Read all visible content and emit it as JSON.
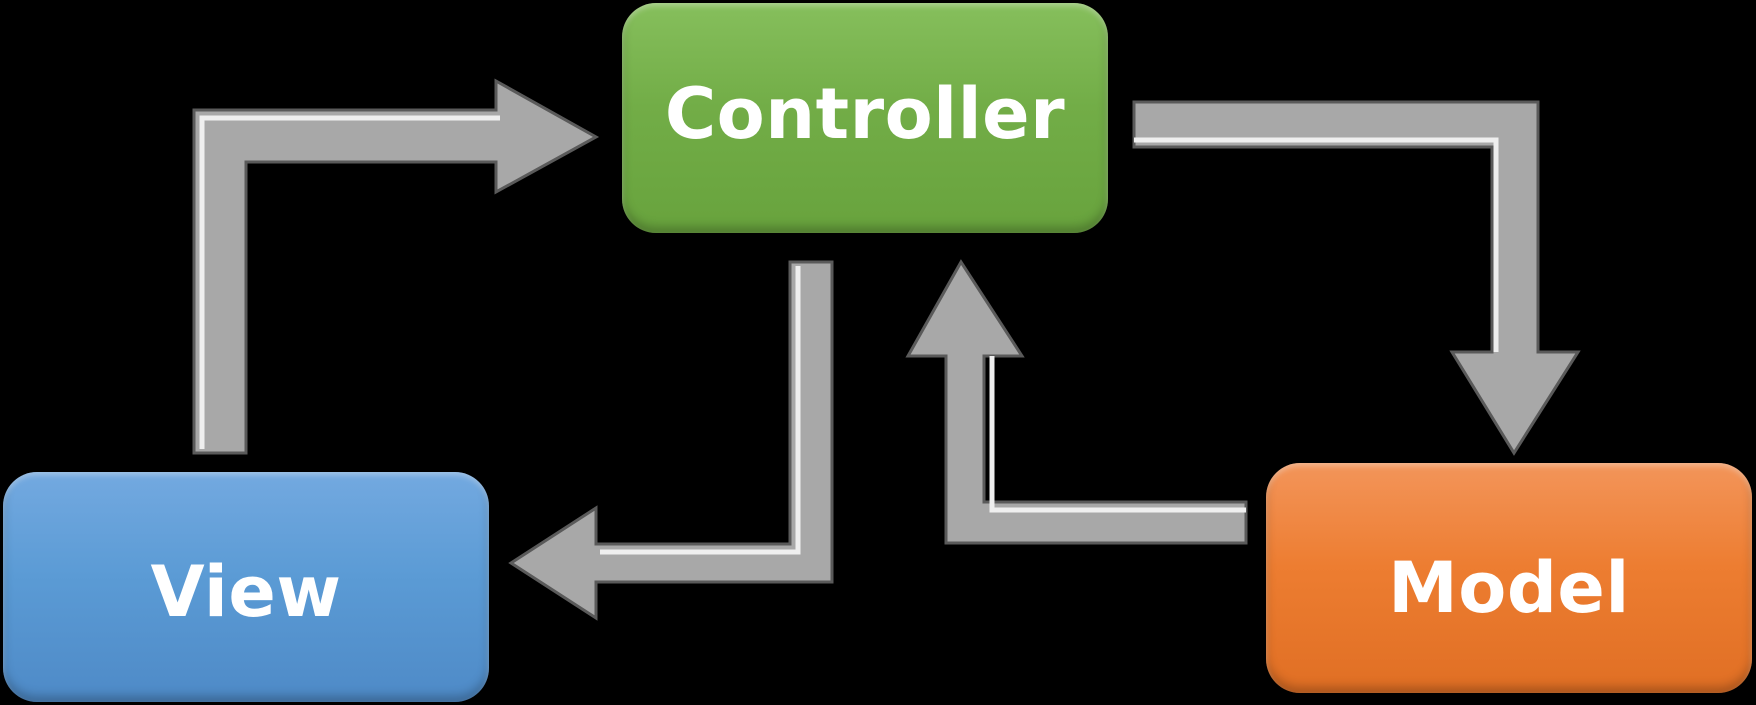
{
  "nodes": {
    "controller": {
      "label": "Controller",
      "color": "#70ad47"
    },
    "view": {
      "label": "View",
      "color": "#5b9bd5"
    },
    "model": {
      "label": "Model",
      "color": "#ed7d31"
    }
  },
  "edges": [
    {
      "from": "view",
      "to": "controller"
    },
    {
      "from": "controller",
      "to": "model"
    },
    {
      "from": "model",
      "to": "controller"
    },
    {
      "from": "controller",
      "to": "view"
    }
  ],
  "arrow_color": "#a6a6a6",
  "background": "#000000"
}
